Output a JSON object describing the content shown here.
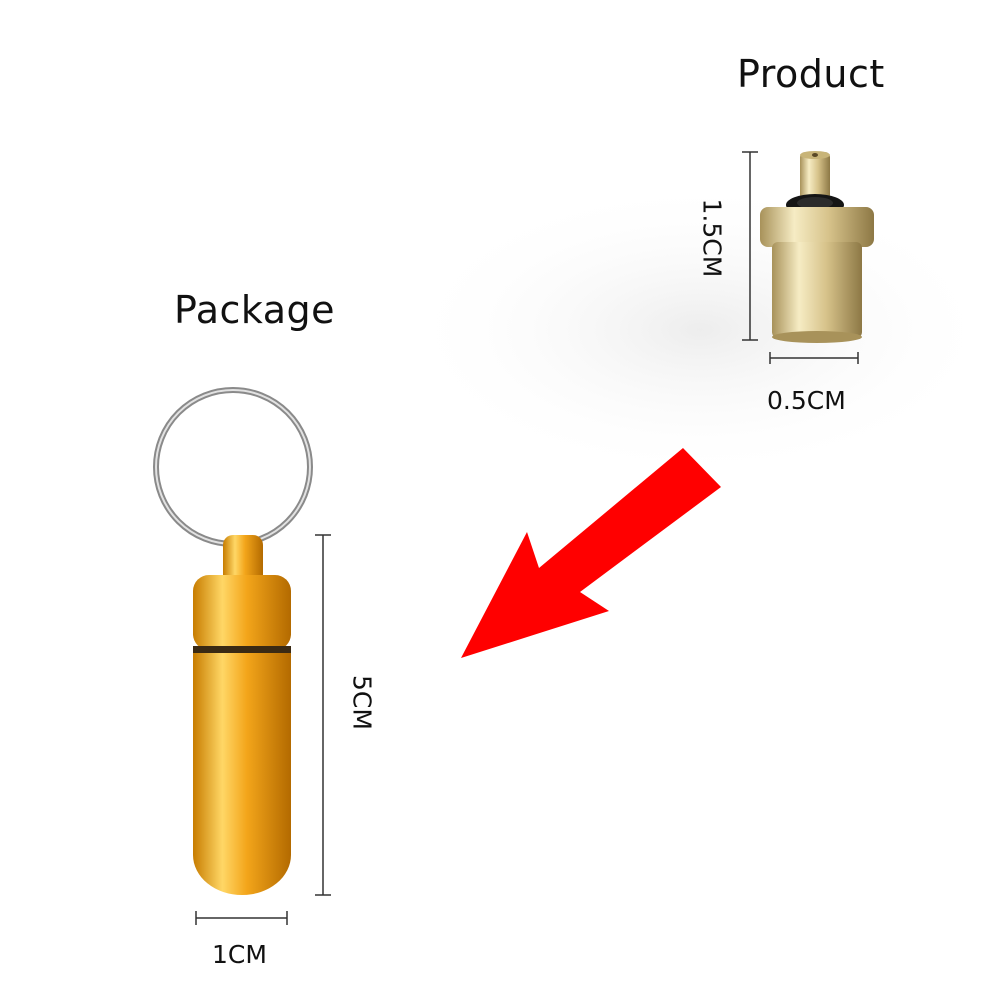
{
  "headings": {
    "product": "Product",
    "package": "Package"
  },
  "dimensions": {
    "product_height": "1.5CM",
    "product_width": "0.5CM",
    "package_height": "5CM",
    "package_width": "1CM"
  },
  "colors": {
    "arrow": "#ff0000",
    "package_body": "#f0a818",
    "product_body": "#d8c690",
    "oring": "#151515",
    "text": "#111111"
  }
}
